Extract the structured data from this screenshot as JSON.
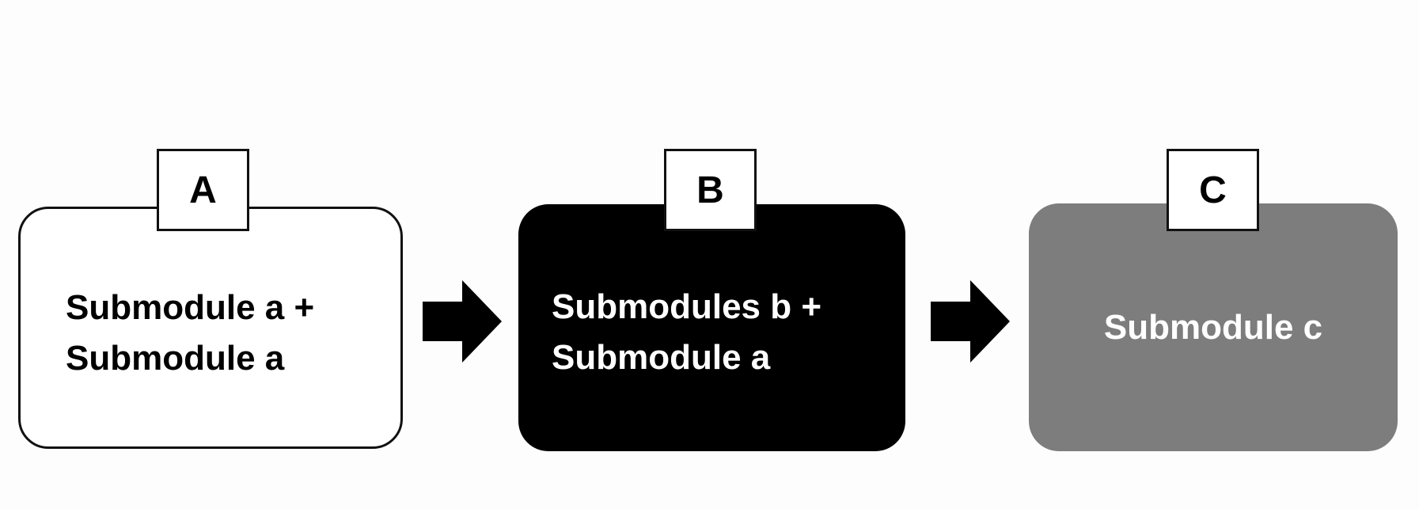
{
  "modules": [
    {
      "id": "a",
      "tab_label": "A",
      "text": "Submodule a +\nSubmodule a",
      "fill": "#ffffff",
      "text_color": "#000000"
    },
    {
      "id": "b",
      "tab_label": "B",
      "text": "Submodules b +\nSubmodule a",
      "fill": "#000000",
      "text_color": "#ffffff"
    },
    {
      "id": "c",
      "tab_label": "C",
      "text": "Submodule c",
      "fill": "#7d7d7d",
      "text_color": "#ffffff"
    }
  ],
  "connectors": [
    {
      "from": "A",
      "to": "B",
      "icon": "right-arrow-icon",
      "color": "#000000"
    },
    {
      "from": "B",
      "to": "C",
      "icon": "right-arrow-icon",
      "color": "#000000"
    }
  ]
}
